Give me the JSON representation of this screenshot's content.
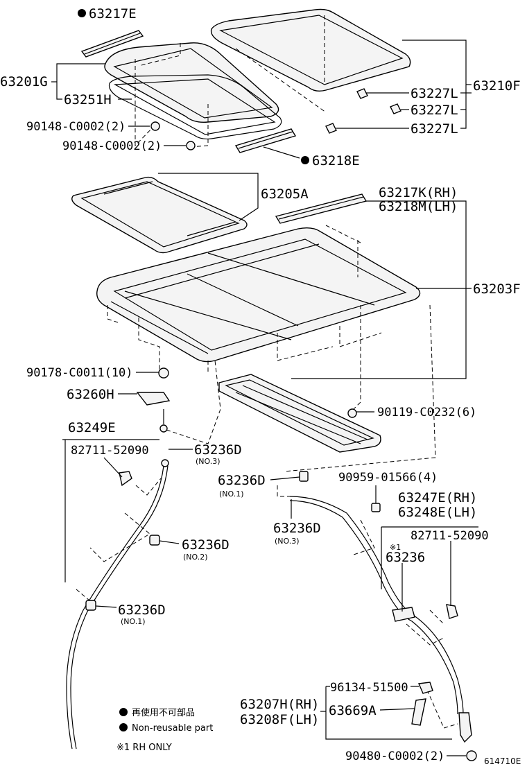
{
  "labels": {
    "p63217E": "63217E",
    "p63201G": "63201G",
    "p63251H": "63251H",
    "p90148a": "90148-C0002(2)",
    "p90148b": "90148-C0002(2)",
    "p63218E": "63218E",
    "p63227L_1": "63227L",
    "p63227L_2": "63227L",
    "p63227L_3": "63227L",
    "p63210F": "63210F",
    "p63205A": "63205A",
    "p63217K": "63217K(RH)",
    "p63218M": "63218M(LH)",
    "p63203F": "63203F",
    "p90178": "90178-C0011(10)",
    "p63260H": "63260H",
    "p90119": "90119-C0232(6)",
    "p63249E": "63249E",
    "p82711a": "82711-52090",
    "p63236D_a": "63236D",
    "p63236D_a_sub": "(NO.3)",
    "p63236D_b": "63236D",
    "p63236D_b_sub": "(NO.1)",
    "p90959": "90959-01566(4)",
    "p63247E": "63247E(RH)",
    "p63248E": "63248E(LH)",
    "p82711b": "82711-52090",
    "p63236D_c": "63236D",
    "p63236D_c_sub": "(NO.3)",
    "note_mark": "※1",
    "p63236": "63236",
    "p63236D_d": "63236D",
    "p63236D_d_sub": "(NO.2)",
    "p63236D_e": "63236D",
    "p63236D_e_sub": "(NO.1)",
    "p96134": "96134-51500",
    "p63207H": "63207H(RH)",
    "p63208F": "63208F(LH)",
    "p63669A": "63669A",
    "p90480": "90480-C0002(2)"
  },
  "legend": {
    "jp": "再使用不可部品",
    "en": "Non-reusable part",
    "note": "※1 RH ONLY"
  },
  "ref_code": "614710E"
}
